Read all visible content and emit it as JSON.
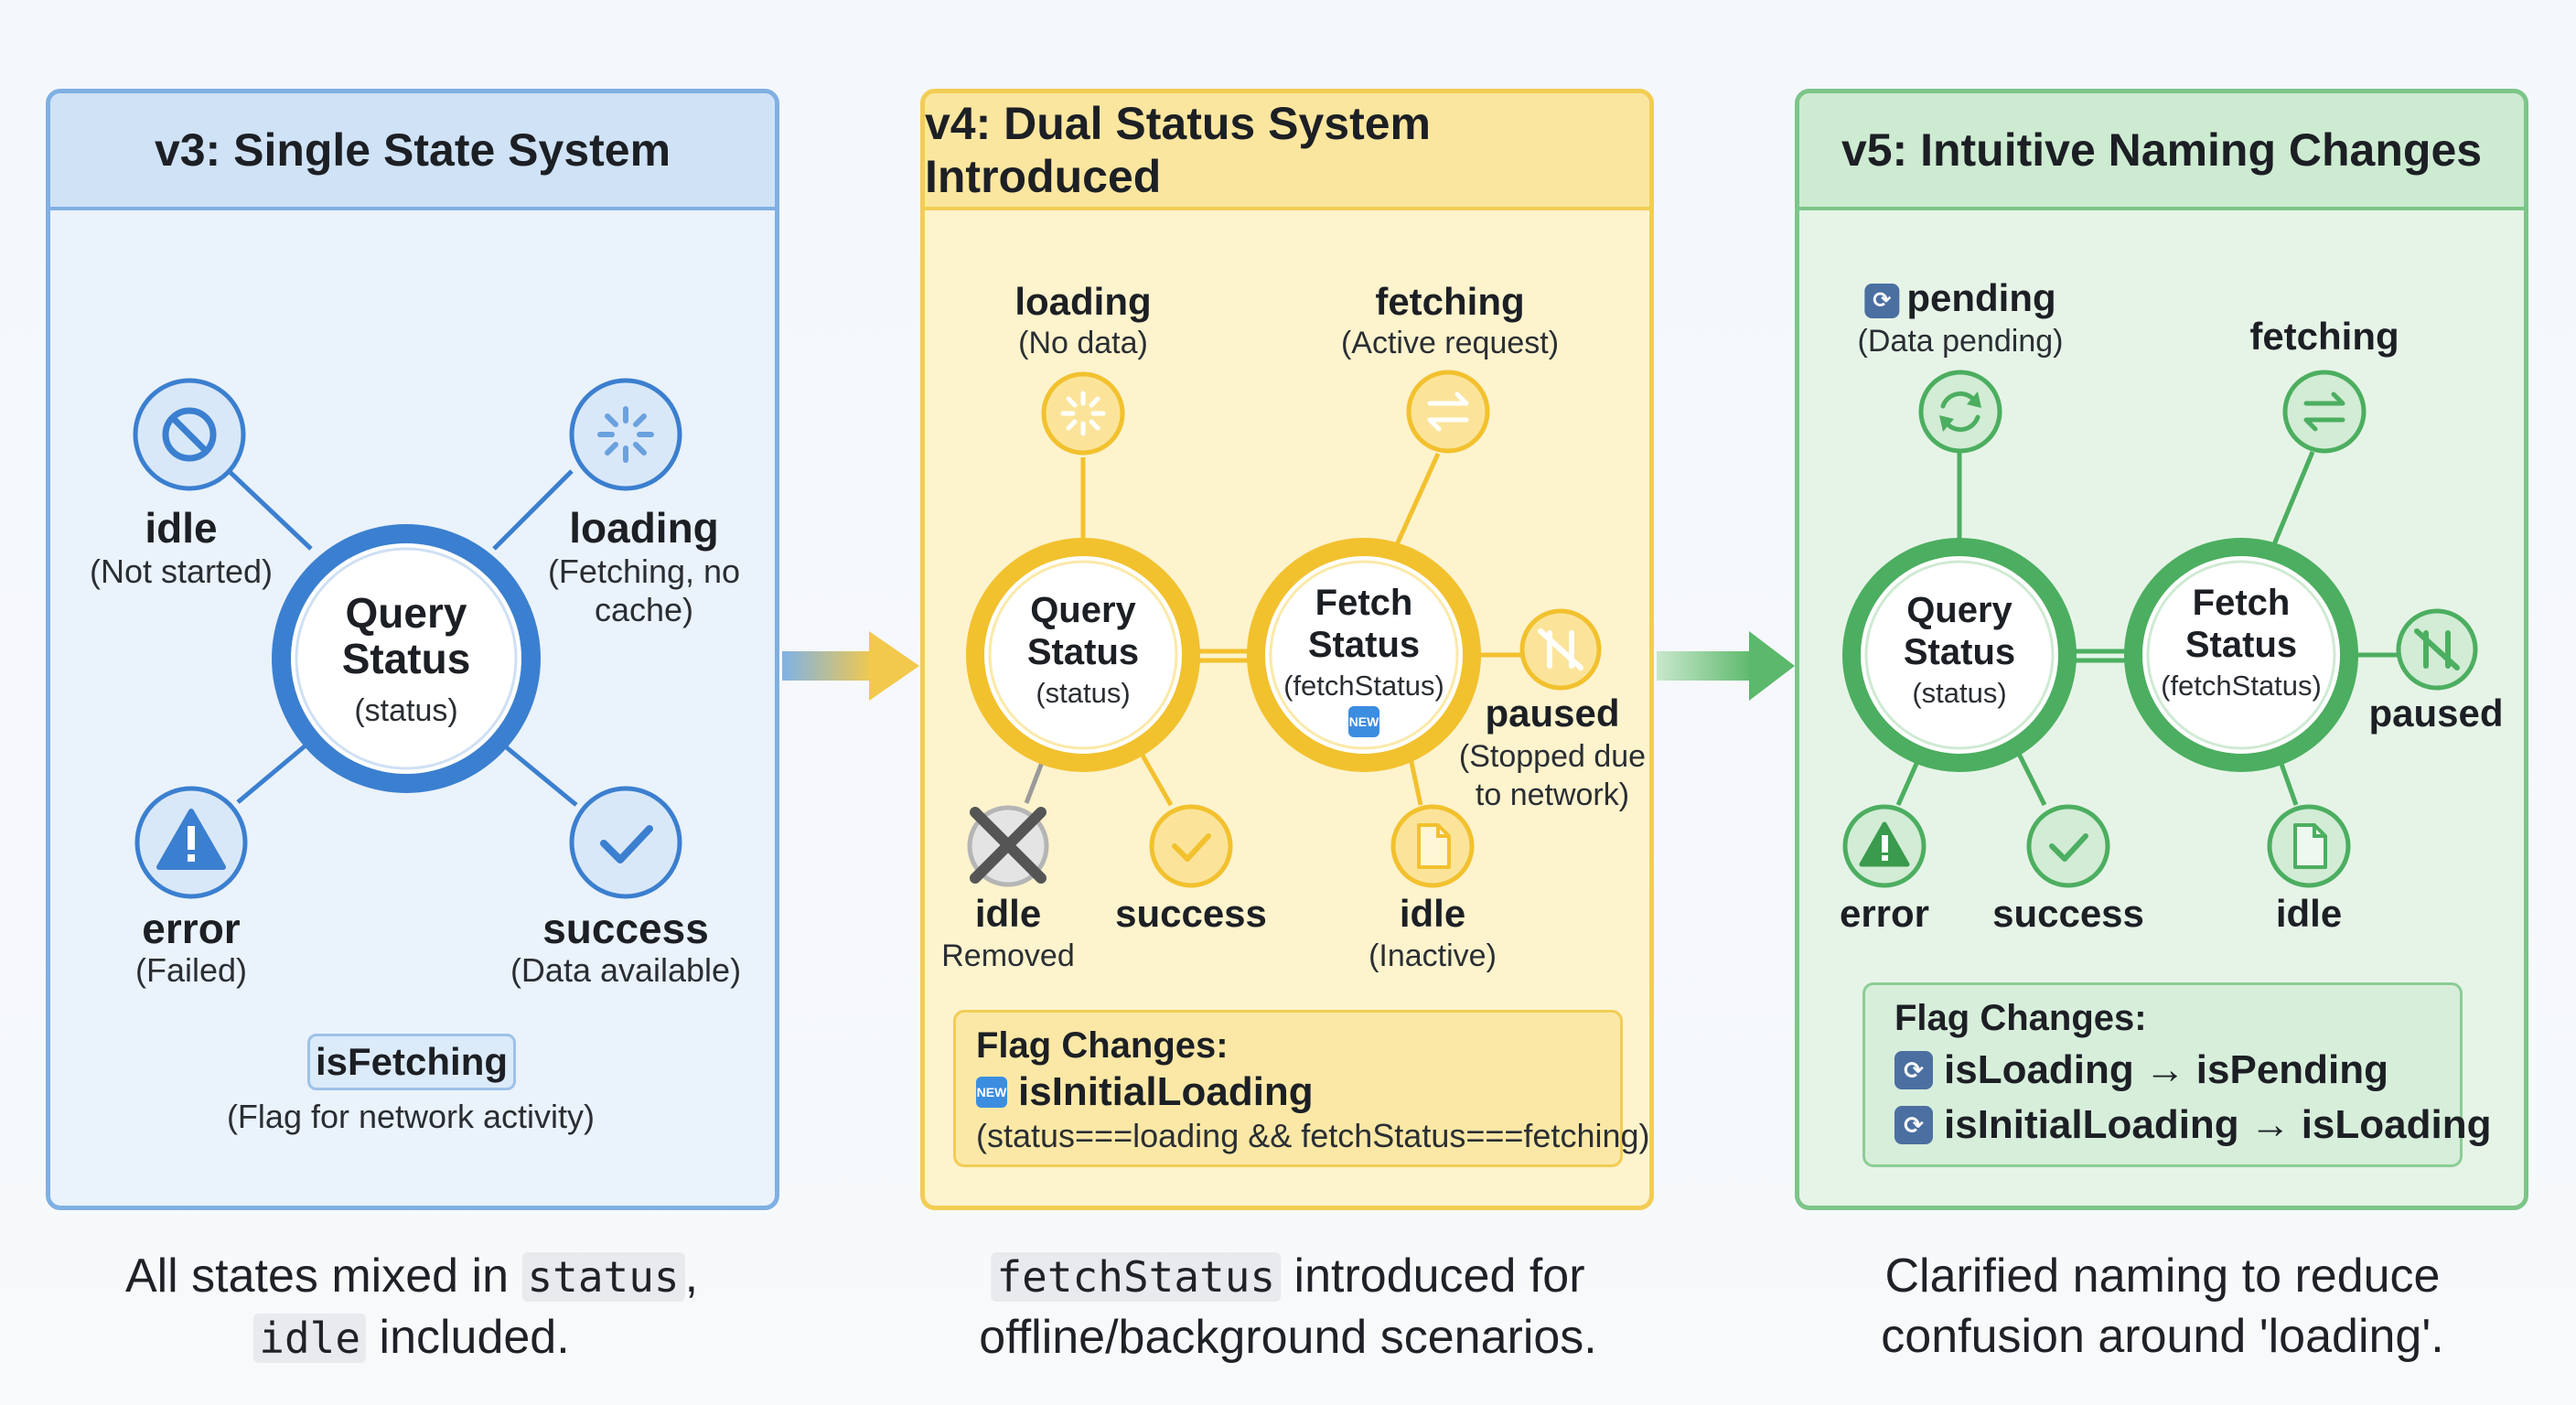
{
  "colors": {
    "blue": "#3b7fd0",
    "blue_light": "#dcebfa",
    "yellow": "#f2c12e",
    "yellow_light": "#fdf1c4",
    "green": "#4cae60",
    "green_light": "#dff1e1",
    "gray": "#555555"
  },
  "panels": [
    {
      "title": "v3: Single State System",
      "hub": {
        "label_line1": "Query",
        "label_line2": "Status",
        "sub": "(status)"
      },
      "states": [
        {
          "label": "idle",
          "sub_line1": "(Not started)",
          "icon": "ban-icon"
        },
        {
          "label": "loading",
          "sub_line1": "(Fetching, no",
          "sub_line2": "cache)",
          "icon": "spinner-icon"
        },
        {
          "label": "error",
          "sub_line1": "(Failed)",
          "icon": "warning-icon"
        },
        {
          "label": "success",
          "sub_line1": "(Data available)",
          "icon": "check-icon"
        }
      ],
      "flag": {
        "label": "isFetching",
        "note": "(Flag for network activity)"
      },
      "caption": {
        "code1": "status",
        "pre1": "All states mixed in ",
        "post1": ",",
        "code2": "idle",
        "post2": " included."
      }
    },
    {
      "title": "v4: Dual Status System Introduced",
      "hub_query": {
        "label_line1": "Query",
        "label_line2": "Status",
        "sub": "(status)"
      },
      "hub_fetch": {
        "label_line1": "Fetch",
        "label_line2": "Status",
        "sub": "(fetchStatus)",
        "badge": "NEW"
      },
      "states": [
        {
          "label": "loading",
          "sub_line1": "(No data)",
          "icon": "spinner-icon"
        },
        {
          "label": "fetching",
          "sub_line1": "(Active request)",
          "icon": "arrows-exchange-icon"
        },
        {
          "label": "paused",
          "sub_line1": "(Stopped due",
          "sub_line2": "to network)",
          "icon": "pause-slash-icon"
        },
        {
          "label": "idle",
          "sub_line1": "Removed",
          "icon": "removed-x-icon"
        },
        {
          "label": "success",
          "icon": "check-icon"
        },
        {
          "label": "idle",
          "sub_line1": "(Inactive)",
          "icon": "document-icon"
        }
      ],
      "flag": {
        "title": "Flag Changes:",
        "icon_text": "NEW",
        "name": "isInitialLoading",
        "note": "(status===loading && fetchStatus===fetching)"
      },
      "caption": {
        "code1": "fetchStatus",
        "post1": " introduced for",
        "line2": "offline/background scenarios."
      }
    },
    {
      "title": "v5: Intuitive Naming Changes",
      "hub_query": {
        "label_line1": "Query",
        "label_line2": "Status",
        "sub": "(status)"
      },
      "hub_fetch": {
        "label_line1": "Fetch",
        "label_line2": "Status",
        "sub": "(fetchStatus)"
      },
      "states": [
        {
          "label": "pending",
          "sub_line1": "(Data pending)",
          "icon": "refresh-icon"
        },
        {
          "label": "fetching",
          "icon": "arrows-exchange-icon"
        },
        {
          "label": "paused",
          "icon": "pause-slash-icon"
        },
        {
          "label": "error",
          "icon": "warning-icon"
        },
        {
          "label": "success",
          "icon": "check-icon"
        },
        {
          "label": "idle",
          "icon": "document-icon"
        }
      ],
      "flag": {
        "title": "Flag Changes:",
        "rename1_from": "isLoading",
        "rename1_to": "isPending",
        "rename2_from": "isInitialLoading",
        "rename2_to": "isLoading",
        "arrow": "→"
      },
      "caption": {
        "line1": "Clarified naming to reduce",
        "line2": "confusion around 'loading'."
      }
    }
  ]
}
